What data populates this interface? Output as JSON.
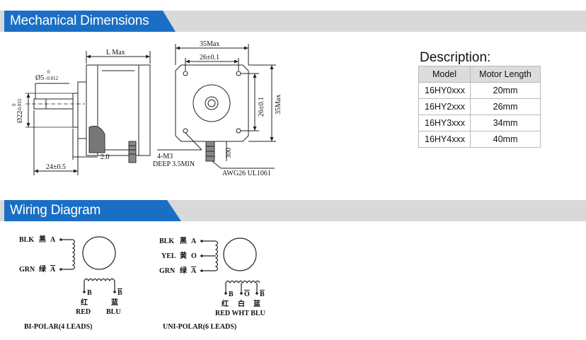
{
  "sections": {
    "mechanical": "Mechanical Dimensions",
    "wiring": "Wiring Diagram"
  },
  "drawing": {
    "l_max": "L Max",
    "shaft_dia_label": "Ø5",
    "shaft_dia_tol_upper": "0",
    "shaft_dia_tol_lower": "-0.012",
    "boss_dia_label": "Ø22",
    "boss_dia_tol_upper": "0",
    "boss_dia_tol_lower": "-0.033",
    "shaft_len": "24±0.5",
    "boss_depth": "2.0",
    "width_max": "35Max",
    "hole_spacing_h": "26±0.1",
    "hole_spacing_v": "26±0.1",
    "height_max": "35Max",
    "screw": "4-M3",
    "screw_depth": "DEEP 3.5MIN",
    "lead_len": "300",
    "wire": "AWG26 UL1061"
  },
  "description": {
    "title": "Description:",
    "headers": [
      "Model",
      "Motor Length"
    ],
    "rows": [
      [
        "16HY0xxx",
        "20mm"
      ],
      [
        "16HY2xxx",
        "26mm"
      ],
      [
        "16HY3xxx",
        "34mm"
      ],
      [
        "16HY4xxx",
        "40mm"
      ]
    ]
  },
  "bipolar": {
    "blk": "BLK",
    "blk_cn": "黑",
    "grn": "GRN",
    "grn_cn": "绿",
    "phase_a": "A",
    "phase_a_bar": "A",
    "phase_b": "B",
    "phase_b_bar": "B",
    "red_cn": "红",
    "blu_cn": "蓝",
    "red": "RED",
    "blu": "BLU",
    "caption": "BI-POLAR(4 LEADS)"
  },
  "unipolar": {
    "blk": "BLK",
    "blk_cn": "黑",
    "yel": "YEL",
    "yel_cn": "黄",
    "grn": "GRN",
    "grn_cn": "绿",
    "phase_a": "A",
    "phase_o": "O",
    "phase_a_bar": "A",
    "phase_b": "B",
    "phase_o2": "O",
    "phase_b_bar": "B",
    "red_cn": "红",
    "wht_cn": "白",
    "blu_cn": "蓝",
    "bottom_label": "RED WHT BLU",
    "caption": "UNI-POLAR(6 LEADS)"
  }
}
